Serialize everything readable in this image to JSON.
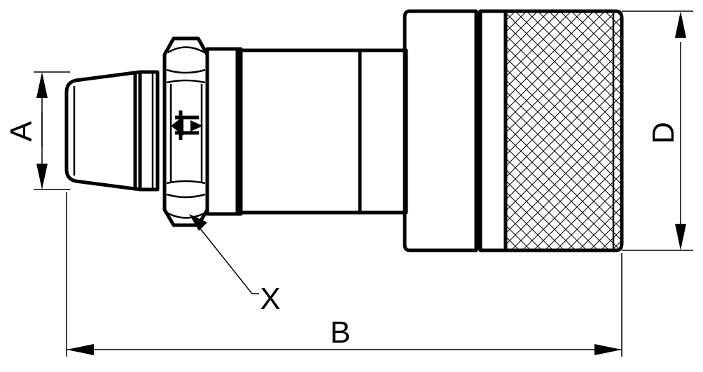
{
  "dimensions": {
    "a": "A",
    "b": "B",
    "d": "D",
    "x": "X"
  }
}
